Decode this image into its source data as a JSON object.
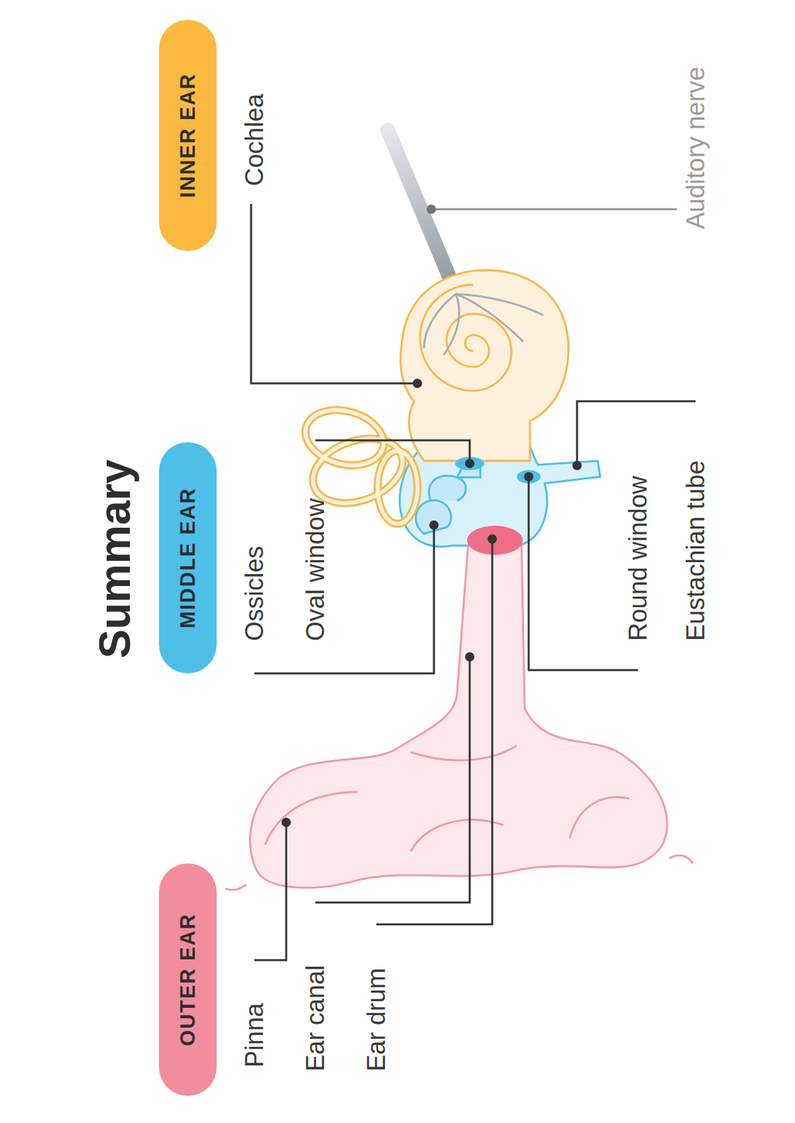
{
  "diagram": {
    "title": "Summary",
    "nodes": [
      {
        "text": [
          "OUTER EAR"
        ]
      },
      {
        "text": [
          "MIDDLE EAR"
        ]
      },
      {
        "text": [
          "INNER EAR"
        ]
      }
    ],
    "labels": [
      "Pinna",
      "Ear canal",
      "Ear drum",
      "Ossicles",
      "Oval window",
      "Round window",
      "Eustachian tube",
      "Cochlea",
      "Auditory nerve"
    ]
  }
}
